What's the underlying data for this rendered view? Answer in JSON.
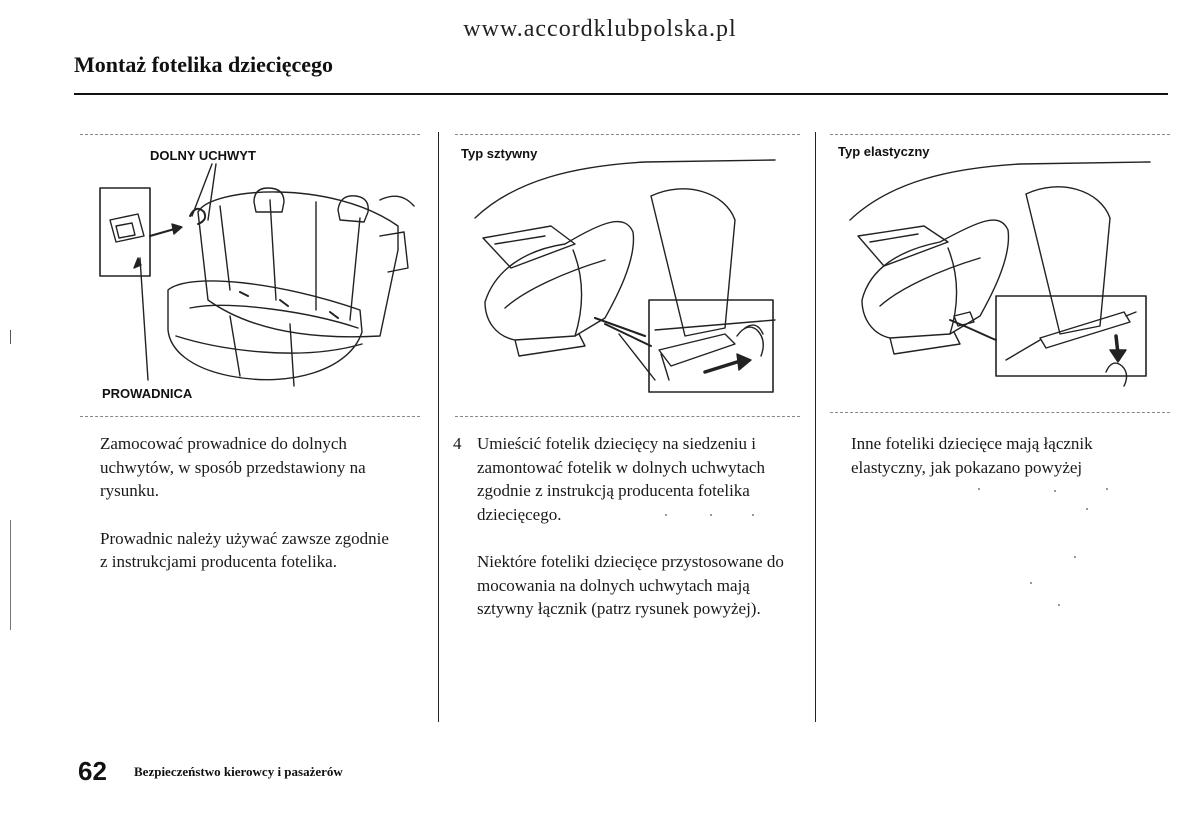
{
  "header": {
    "site_url": "www.accordklubpolska.pl",
    "title": "Montaż fotelika dziecięcego"
  },
  "figures": {
    "left": {
      "label_top": "DOLNY UCHWYT",
      "label_bottom": "PROWADNICA"
    },
    "middle": {
      "label": "Typ sztywny"
    },
    "right": {
      "label": "Typ elastyczny"
    }
  },
  "columns": {
    "left": {
      "paragraphs": [
        "Zamocować prowadnice do dolnych uchwytów, w sposób przedstawiony na rysunku.",
        "Prowadnic należy używać zawsze zgodnie z instrukcjami producenta fotelika."
      ]
    },
    "middle": {
      "step_number": "4",
      "paragraphs": [
        "Umieścić fotelik dziecięcy na siedzeniu i zamontować fotelik w dolnych uchwytach zgodnie z instrukcją producenta fotelika dziecięcego.",
        "Niektóre foteliki dziecięce przystosowane do mocowania na dolnych uchwytach mają sztywny łącznik (patrz rysunek powyżej)."
      ]
    },
    "right": {
      "paragraphs": [
        "Inne foteliki dziecięce mają łącznik elastyczny, jak pokazano powyżej"
      ]
    }
  },
  "footer": {
    "page_number": "62",
    "section": "Bezpieczeństwo kierowcy i pasażerów"
  },
  "colors": {
    "ink": "#1a1a1a",
    "rule": "#111111",
    "background": "#ffffff"
  }
}
